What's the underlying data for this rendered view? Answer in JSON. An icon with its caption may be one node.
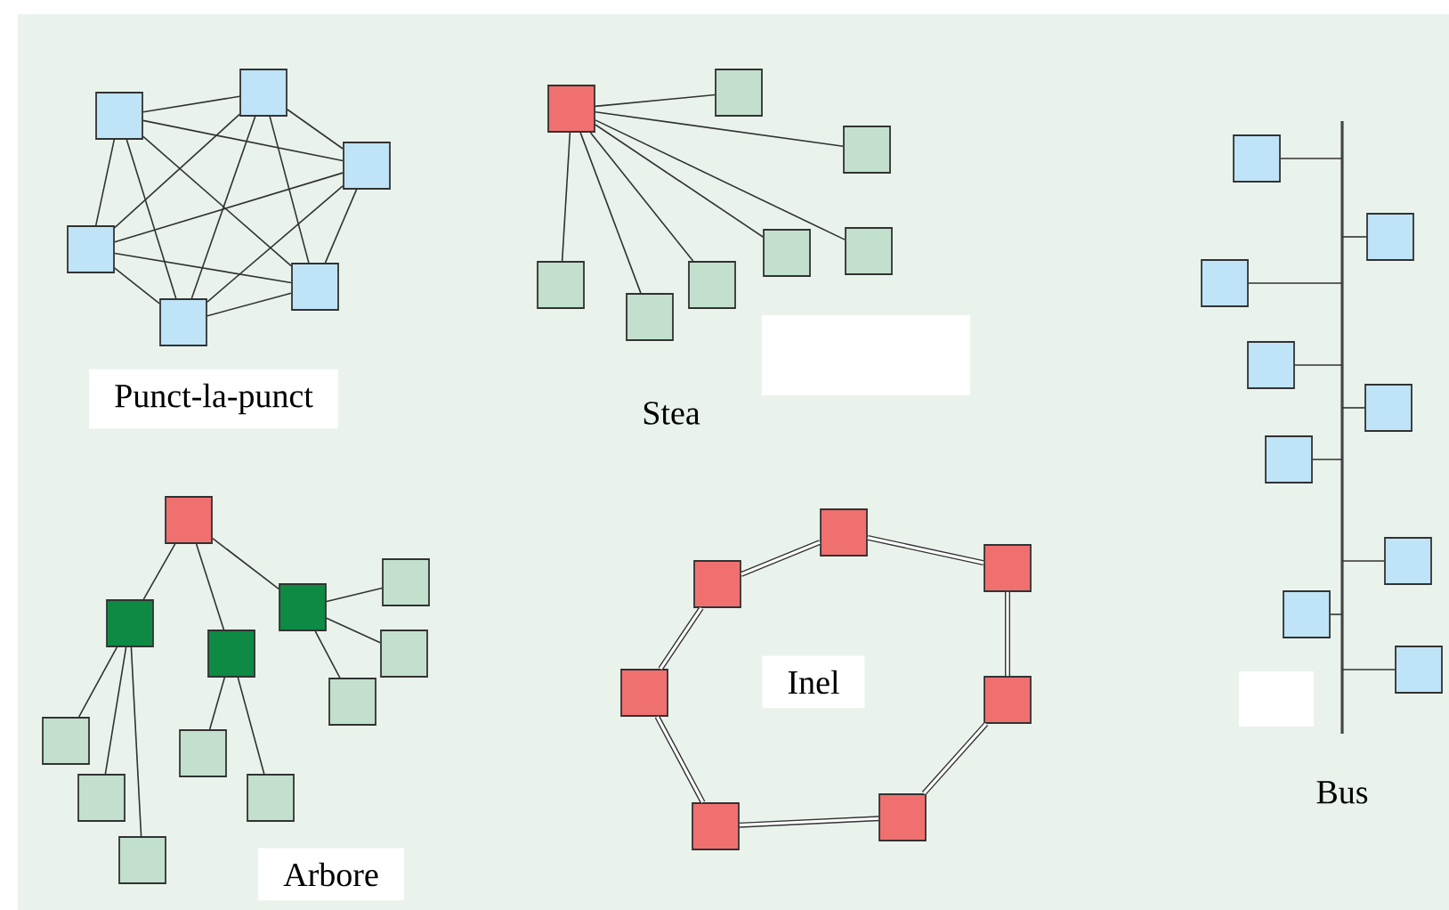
{
  "diagram": {
    "nodes": [
      {
        "text": [],
        "shape": "box"
      },
      {
        "text": [],
        "shape": "box"
      },
      {
        "text": [],
        "shape": "box"
      },
      {
        "text": [],
        "shape": "box"
      },
      {
        "text": [],
        "shape": "box"
      },
      {
        "text": [],
        "shape": "box"
      },
      {
        "text": [],
        "shape": "box"
      },
      {
        "text": [],
        "shape": "box"
      },
      {
        "text": [],
        "shape": "box"
      },
      {
        "text": [],
        "shape": "box"
      },
      {
        "text": [],
        "shape": "box"
      },
      {
        "text": [],
        "shape": "box"
      },
      {
        "text": [],
        "shape": "box"
      },
      {
        "text": [],
        "shape": "box"
      },
      {
        "text": [],
        "shape": "box"
      },
      {
        "text": [],
        "shape": "box"
      },
      {
        "text": [],
        "shape": "box"
      },
      {
        "text": [],
        "shape": "box"
      },
      {
        "text": [],
        "shape": "box"
      },
      {
        "text": [],
        "shape": "box"
      },
      {
        "text": [],
        "shape": "box"
      },
      {
        "text": [],
        "shape": "box"
      },
      {
        "text": [],
        "shape": "box"
      },
      {
        "text": [],
        "shape": "box"
      },
      {
        "text": [],
        "shape": "box"
      },
      {
        "text": [],
        "shape": "box"
      },
      {
        "text": [],
        "shape": "box"
      },
      {
        "text": [],
        "shape": "box"
      },
      {
        "text": [],
        "shape": "box"
      },
      {
        "text": [],
        "shape": "box"
      },
      {
        "text": [],
        "shape": "box"
      },
      {
        "text": [],
        "shape": "box"
      },
      {
        "text": [],
        "shape": "box"
      },
      {
        "text": [],
        "shape": "bar"
      },
      {
        "text": [],
        "shape": "box"
      },
      {
        "text": [],
        "shape": "box"
      },
      {
        "text": [],
        "shape": "box"
      },
      {
        "text": [],
        "shape": "box"
      },
      {
        "text": [],
        "shape": "box"
      },
      {
        "text": [],
        "shape": "box"
      },
      {
        "text": [],
        "shape": "box"
      },
      {
        "text": [],
        "shape": "box"
      },
      {
        "text": [],
        "shape": "box"
      }
    ],
    "edges": [
      {
        "from": 0,
        "to": 1,
        "arrow": "none"
      },
      {
        "from": 0,
        "to": 2,
        "arrow": "none"
      },
      {
        "from": 0,
        "to": 3,
        "arrow": "none"
      },
      {
        "from": 0,
        "to": 4,
        "arrow": "none"
      },
      {
        "from": 0,
        "to": 5,
        "arrow": "none"
      },
      {
        "from": 1,
        "to": 2,
        "arrow": "none"
      },
      {
        "from": 1,
        "to": 3,
        "arrow": "none"
      },
      {
        "from": 1,
        "to": 4,
        "arrow": "none"
      },
      {
        "from": 1,
        "to": 5,
        "arrow": "none"
      },
      {
        "from": 2,
        "to": 3,
        "arrow": "none"
      },
      {
        "from": 2,
        "to": 4,
        "arrow": "none"
      },
      {
        "from": 2,
        "to": 5,
        "arrow": "none"
      },
      {
        "from": 3,
        "to": 4,
        "arrow": "none"
      },
      {
        "from": 3,
        "to": 5,
        "arrow": "none"
      },
      {
        "from": 4,
        "to": 5,
        "arrow": "none"
      },
      {
        "from": 6,
        "to": 7,
        "arrow": "none"
      },
      {
        "from": 6,
        "to": 8,
        "arrow": "none"
      },
      {
        "from": 6,
        "to": 9,
        "arrow": "none"
      },
      {
        "from": 6,
        "to": 10,
        "arrow": "none"
      },
      {
        "from": 6,
        "to": 11,
        "arrow": "none"
      },
      {
        "from": 6,
        "to": 12,
        "arrow": "none"
      },
      {
        "from": 6,
        "to": 13,
        "arrow": "none"
      },
      {
        "from": 14,
        "to": 15,
        "arrow": "none"
      },
      {
        "from": 14,
        "to": 16,
        "arrow": "none"
      },
      {
        "from": 14,
        "to": 17,
        "arrow": "none"
      },
      {
        "from": 15,
        "to": 18,
        "arrow": "none"
      },
      {
        "from": 15,
        "to": 19,
        "arrow": "none"
      },
      {
        "from": 15,
        "to": 20,
        "arrow": "none"
      },
      {
        "from": 16,
        "to": 21,
        "arrow": "none"
      },
      {
        "from": 16,
        "to": 22,
        "arrow": "none"
      },
      {
        "from": 17,
        "to": 23,
        "arrow": "none"
      },
      {
        "from": 17,
        "to": 24,
        "arrow": "none"
      },
      {
        "from": 17,
        "to": 25,
        "arrow": "none"
      },
      {
        "from": 26,
        "to": 27,
        "arrow": "none",
        "style": "thick"
      },
      {
        "from": 27,
        "to": 28,
        "arrow": "none",
        "style": "thick"
      },
      {
        "from": 28,
        "to": 29,
        "arrow": "none",
        "style": "thick"
      },
      {
        "from": 29,
        "to": 30,
        "arrow": "none",
        "style": "thick"
      },
      {
        "from": 30,
        "to": 31,
        "arrow": "none",
        "style": "thick"
      },
      {
        "from": 31,
        "to": 32,
        "arrow": "none",
        "style": "thick"
      },
      {
        "from": 32,
        "to": 26,
        "arrow": "none",
        "style": "thick"
      },
      {
        "from": 34,
        "to": 33,
        "arrow": "none"
      },
      {
        "from": 35,
        "to": 33,
        "arrow": "none"
      },
      {
        "from": 36,
        "to": 33,
        "arrow": "none"
      },
      {
        "from": 37,
        "to": 33,
        "arrow": "none"
      },
      {
        "from": 38,
        "to": 33,
        "arrow": "none"
      },
      {
        "from": 39,
        "to": 33,
        "arrow": "none"
      },
      {
        "from": 40,
        "to": 33,
        "arrow": "none"
      },
      {
        "from": 41,
        "to": 33,
        "arrow": "none"
      },
      {
        "from": 42,
        "to": 33,
        "arrow": "none"
      }
    ],
    "labels": [
      "Punct-la-punct",
      "Stea",
      "Inel",
      "Bus",
      "Arbore"
    ]
  }
}
